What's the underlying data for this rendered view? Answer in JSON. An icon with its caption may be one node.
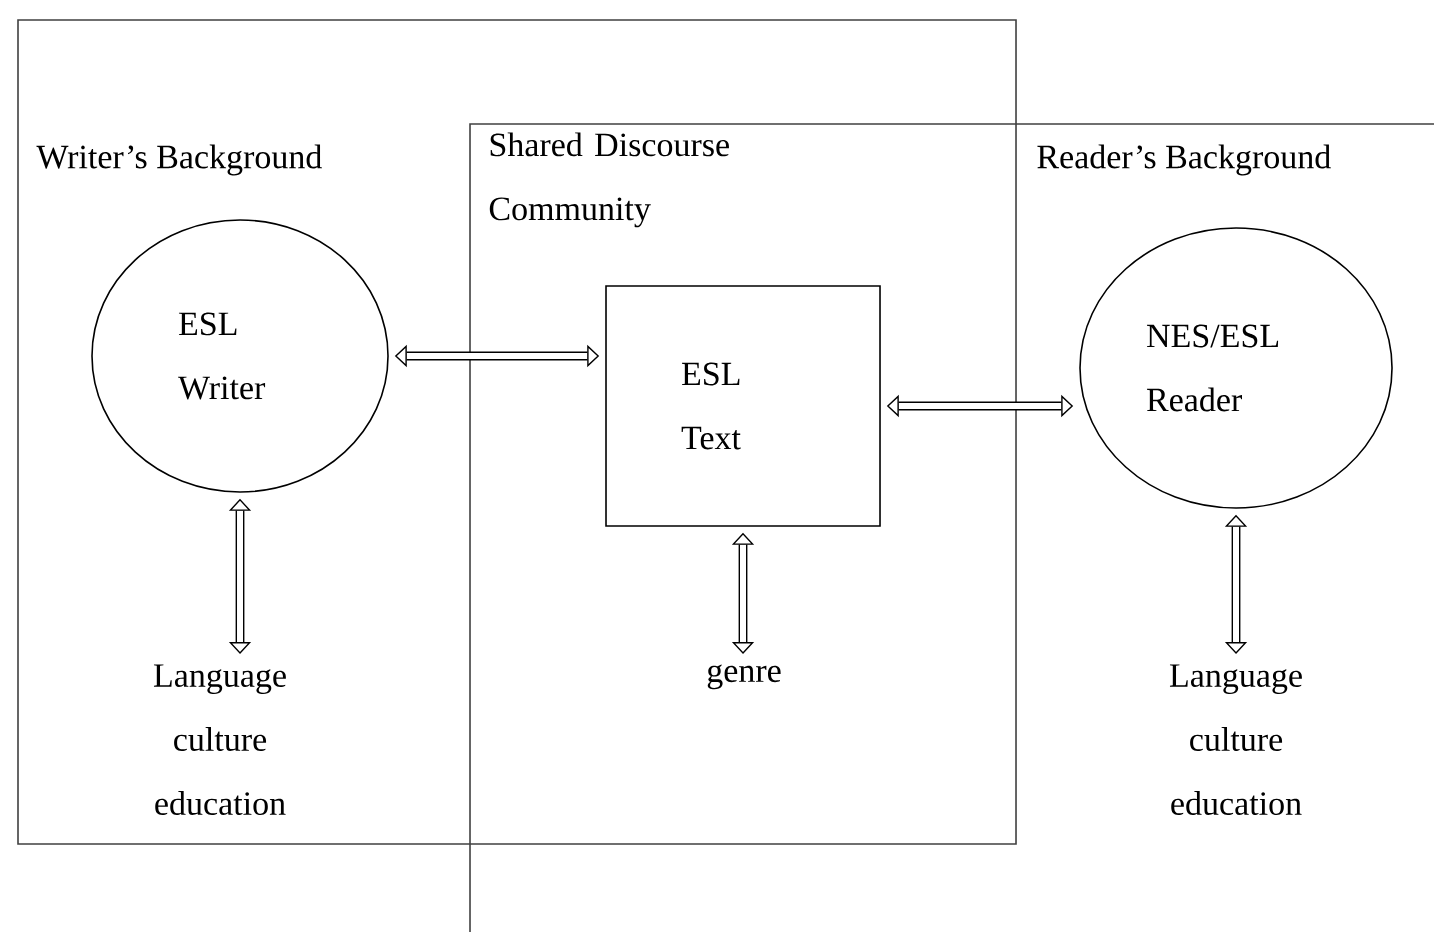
{
  "diagram": {
    "nodes": [
      {
        "text": [
          "Writer’s Background"
        ]
      },
      {
        "text": [
          "Shared Discourse Community"
        ]
      },
      {
        "text": [
          "ESL Writer"
        ],
        "in": 0
      },
      {
        "text": [
          "ESL Text"
        ]
      },
      {
        "text": [
          "NES/ESL Reader"
        ],
        "in": 1
      },
      {
        "text": [
          "Language culture education"
        ],
        "in": 0
      },
      {
        "text": [
          "genre"
        ]
      },
      {
        "text": [
          "Language culture education"
        ],
        "in": 1
      }
    ],
    "edges": [
      {
        "from": 2,
        "to": 3,
        "arrow": "both"
      },
      {
        "from": 3,
        "to": 4,
        "arrow": "both"
      },
      {
        "from": 2,
        "to": 5,
        "arrow": "both"
      },
      {
        "from": 3,
        "to": 6,
        "arrow": "both"
      },
      {
        "from": 4,
        "to": 7,
        "arrow": "both"
      }
    ],
    "labels": [
      "Reader’s Background"
    ]
  }
}
